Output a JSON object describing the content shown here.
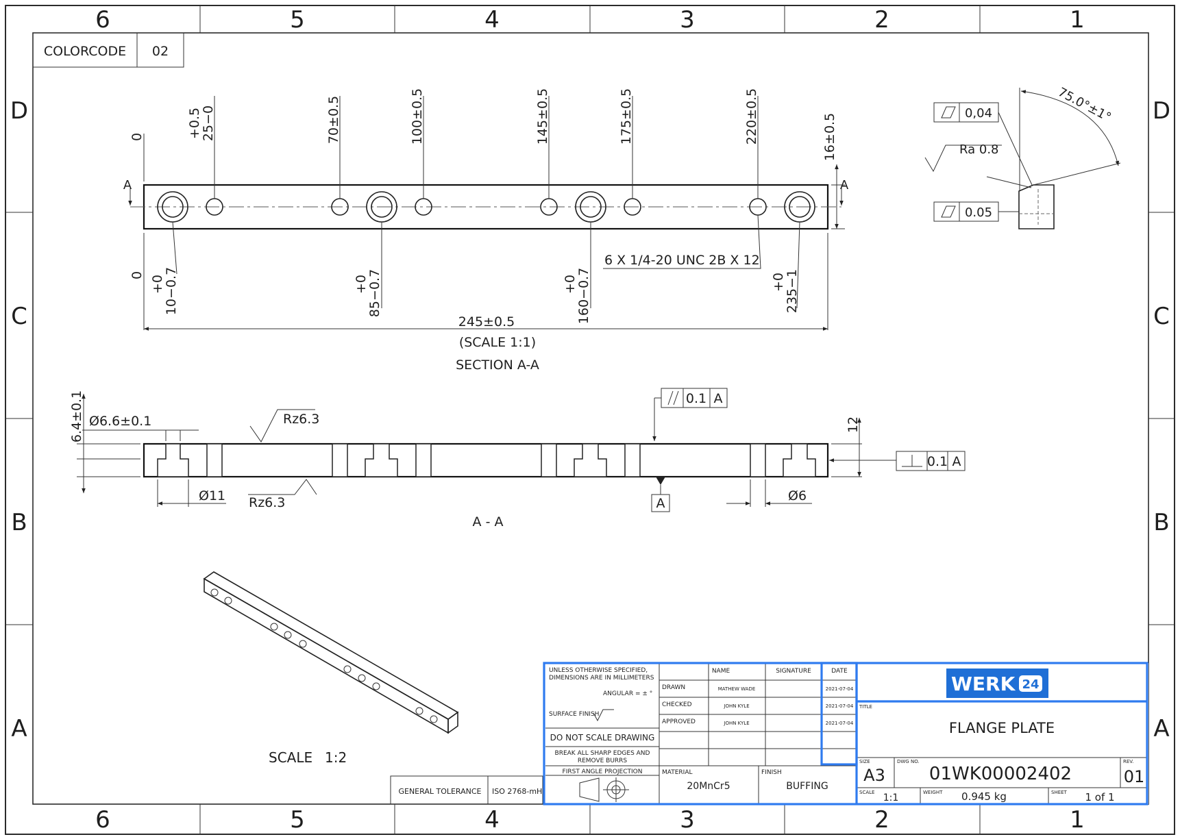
{
  "zones": {
    "columns": [
      "6",
      "5",
      "4",
      "3",
      "2",
      "1"
    ],
    "rows": [
      "D",
      "C",
      "B",
      "A"
    ]
  },
  "colorcode": {
    "label": "COLORCODE",
    "value": "02"
  },
  "top_view": {
    "dims_top": [
      "+0.5",
      "25−0",
      "0",
      "70±0.5",
      "100±0.5",
      "145±0.5",
      "175±0.5",
      "220±0.5",
      "16±0.5"
    ],
    "dims_bottom": [
      "0",
      "+0",
      "10−0.7",
      "+0",
      "85−0.7",
      "+0",
      "160−0.7",
      "+0",
      "235−1"
    ],
    "section_marker": "A",
    "thread_callout": "6 X 1/4-20 UNC 2B X 12",
    "overall_length": "245±0.5",
    "scale": "(SCALE 1:1)",
    "title": "SECTION A-A"
  },
  "detail": {
    "flatness_1": "0,04",
    "roughness": "Ra 0.8",
    "angle": "75.0°±1°",
    "flatness_2": "0.05"
  },
  "section_view": {
    "thickness": "6.4±0.1",
    "counterbore_dia": "Ø6.6±0.1",
    "roughness_top": "Rz6.3",
    "roughness_bottom": "Rz6.3",
    "parallelism_value": "0.1",
    "parallelism_datum": "A",
    "perpendicularity_value": "0.1",
    "perpendicularity_datum": "A",
    "datum_label": "A",
    "height": "12",
    "hole_dia_left": "Ø11",
    "hole_dia_right": "Ø6",
    "label": "A - A"
  },
  "iso_view": {
    "scale_label": "SCALE",
    "scale_value": "1:2"
  },
  "general_tolerance": {
    "label": "GENERAL TOLERANCE",
    "value": "ISO 2768-mH"
  },
  "title_block": {
    "note_1": "UNLESS OTHERWISE SPECIFIED,",
    "note_2": "DIMENSIONS ARE IN MILLIMETERS",
    "angular": "ANGULAR = ± °",
    "surface_finish": "SURFACE FINISH",
    "do_not_scale": "DO NOT SCALE DRAWING",
    "break_edges_1": "BREAK ALL SHARP EDGES AND",
    "break_edges_2": "REMOVE BURRS",
    "projection": "FIRST ANGLE PROJECTION",
    "headers": {
      "name": "NAME",
      "signature": "SIGNATURE",
      "date": "DATE"
    },
    "rows": [
      {
        "role": "DRAWN",
        "name": "MATHEW WADE",
        "date": "2021-07-04"
      },
      {
        "role": "CHECKED",
        "name": "JOHN KYLE",
        "date": "2021-07-04"
      },
      {
        "role": "APPROVED",
        "name": "JOHN KYLE",
        "date": "2021-07-04"
      }
    ],
    "material_label": "MATERIAL",
    "material": "20MnCr5",
    "finish_label": "FINISH",
    "finish": "BUFFING",
    "logo_text": "WERK",
    "logo_badge": "24",
    "title_label": "TITLE",
    "title": "FLANGE PLATE",
    "size_label": "SIZE",
    "size": "A3",
    "dwg_label": "DWG NO.",
    "dwg_no": "01WK00002402",
    "rev_label": "REV.",
    "rev": "01",
    "scale_label": "SCALE",
    "scale": "1:1",
    "weight_label": "WEIGHT",
    "weight": "0.945 kg",
    "sheet_label": "SHEET",
    "sheet": "1 of 1"
  },
  "colors": {
    "highlight": "#2f7bef",
    "logo_bg": "#1f6fd6",
    "line": "#2a2a2a"
  }
}
